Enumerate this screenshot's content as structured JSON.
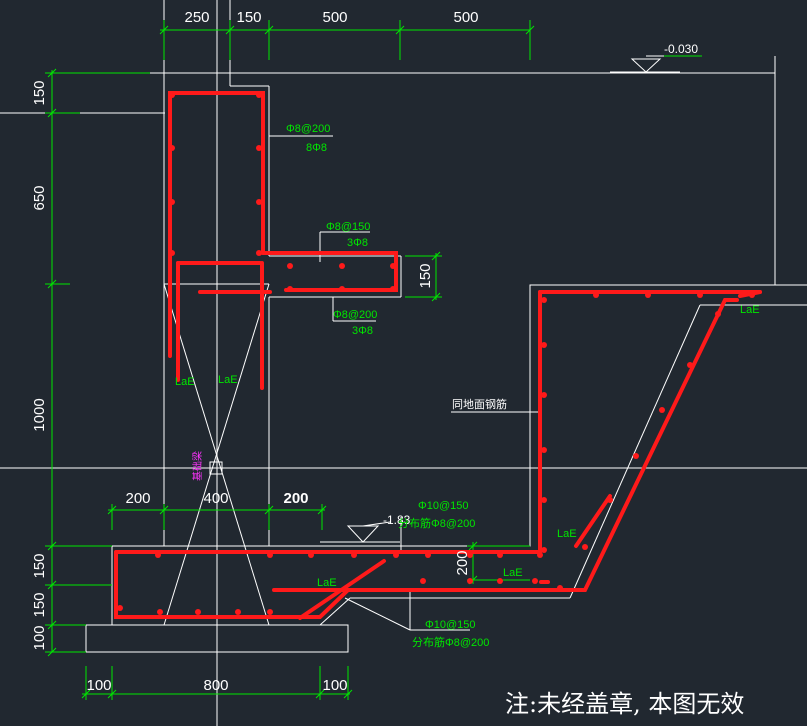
{
  "dimensions": {
    "top": [
      "250",
      "150",
      "500",
      "500"
    ],
    "left": [
      "150",
      "650",
      "1000",
      "150",
      "150",
      "100"
    ],
    "bottom": [
      "100",
      "800",
      "100"
    ],
    "mid": [
      "200",
      "400",
      "200"
    ],
    "h150": "150",
    "h200": "200"
  },
  "levels": {
    "top": "-0.030",
    "mid": "-1.83"
  },
  "annotations": {
    "wall_rebar_1": "Φ8@200",
    "wall_rebar_2": "8Φ8",
    "beam_top_1": "Φ8@150",
    "beam_top_2": "3Φ8",
    "beam_bot_1": "Φ8@200",
    "beam_bot_2": "3Φ8",
    "slab_top_1": "Φ10@150",
    "slab_top_2": "分布筋Φ8@200",
    "slab_bot_1": "Φ10@150",
    "slab_bot_2": "分布筋Φ8@200",
    "same_floor": "同地面钢筋",
    "lae": "LaE",
    "vertical_label": "基础梁"
  },
  "note": "注:未经盖章, 本图无效",
  "colors": {
    "background": "#212830",
    "rebar": "#ff1a1a",
    "dimension": "#00e600",
    "outline": "#ffffff"
  }
}
